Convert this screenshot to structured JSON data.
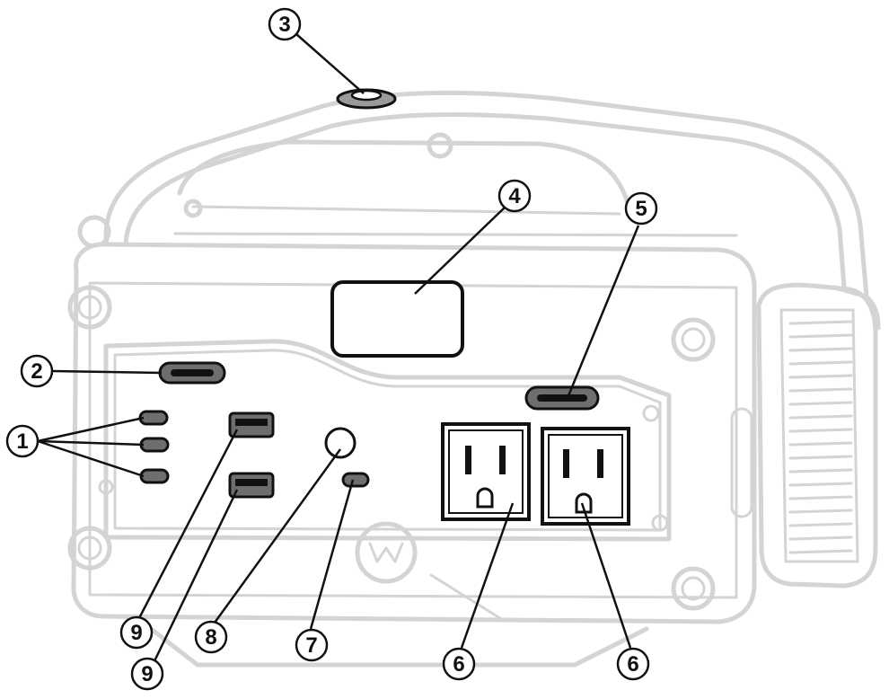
{
  "diagram": {
    "callouts": [
      {
        "id": "1",
        "label": "1",
        "part": "dc-ports"
      },
      {
        "id": "2",
        "label": "2",
        "part": "usb-c-port-upper"
      },
      {
        "id": "3",
        "label": "3",
        "part": "top-power-button"
      },
      {
        "id": "4",
        "label": "4",
        "part": "display-screen"
      },
      {
        "id": "5",
        "label": "5",
        "part": "usb-c-port-right"
      },
      {
        "id": "6a",
        "label": "6",
        "part": "ac-outlet-left"
      },
      {
        "id": "6b",
        "label": "6",
        "part": "ac-outlet-right"
      },
      {
        "id": "7",
        "label": "7",
        "part": "small-port"
      },
      {
        "id": "8",
        "label": "8",
        "part": "round-button"
      },
      {
        "id": "9a",
        "label": "9",
        "part": "usb-a-port-upper"
      },
      {
        "id": "9b",
        "label": "9",
        "part": "usb-a-port-lower"
      }
    ]
  }
}
